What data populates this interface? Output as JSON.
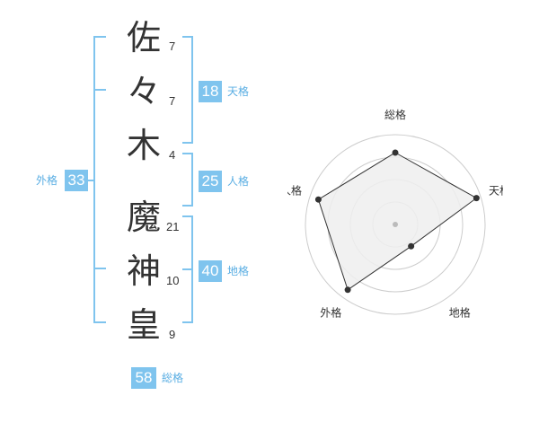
{
  "name_chars": [
    {
      "char": "佐",
      "strokes": "7"
    },
    {
      "char": "々",
      "strokes": "7"
    },
    {
      "char": "木",
      "strokes": "4"
    },
    {
      "char": "魔",
      "strokes": "21"
    },
    {
      "char": "神",
      "strokes": "10"
    },
    {
      "char": "皇",
      "strokes": "9"
    }
  ],
  "fortunes": {
    "tenkaku": {
      "value": "18",
      "label": "天格"
    },
    "jinkaku": {
      "value": "25",
      "label": "人格"
    },
    "chikaku": {
      "value": "40",
      "label": "地格"
    },
    "gaikaku": {
      "value": "33",
      "label": "外格"
    },
    "soukaku": {
      "value": "58",
      "label": "総格"
    }
  },
  "chart_data": {
    "type": "radar",
    "axes": [
      "総格",
      "天格",
      "地格",
      "外格",
      "人格"
    ],
    "values": [
      0.8,
      0.95,
      0.3,
      0.9,
      0.9
    ],
    "max": 1,
    "rings": 4,
    "colors": {
      "fill": "#eeeeee",
      "line": "#333333",
      "ring": "#cccccc",
      "center": "#bbbbbb"
    }
  },
  "colors": {
    "accent": "#7fc4ee",
    "text": "#333333"
  }
}
